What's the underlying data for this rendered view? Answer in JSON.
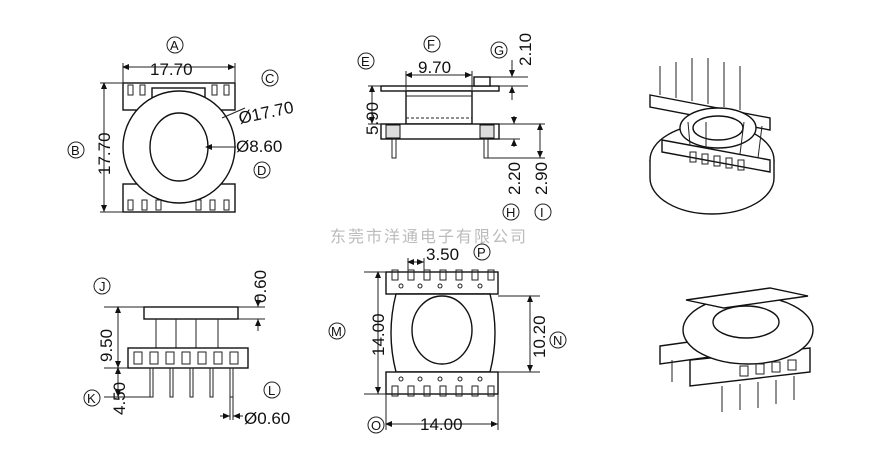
{
  "watermark": "东莞市洋通电子有限公司",
  "callouts": {
    "A": "A",
    "B": "B",
    "C": "C",
    "D": "D",
    "E": "E",
    "F": "F",
    "G": "G",
    "H": "H",
    "I": "I",
    "J": "J",
    "K": "K",
    "L": "L",
    "M": "M",
    "N": "N",
    "O": "O",
    "P": "P"
  },
  "dimensions": {
    "top_width": "17.70",
    "left_height": "17.70",
    "outer_diameter": "Ø17.70",
    "inner_diameter": "Ø8.60",
    "flange_span": "9.70",
    "top_height": "2.10",
    "side_height": "5.90",
    "pin_offset": "2.20",
    "pin_length": "2.90",
    "top_thickness": "0.60",
    "total_height": "9.50",
    "pin_height": "4.50",
    "pin_diameter": "Ø0.60",
    "pin_pitch": "3.50",
    "body_height": "14.00",
    "inner_height": "10.20",
    "bottom_width": "14.00"
  }
}
